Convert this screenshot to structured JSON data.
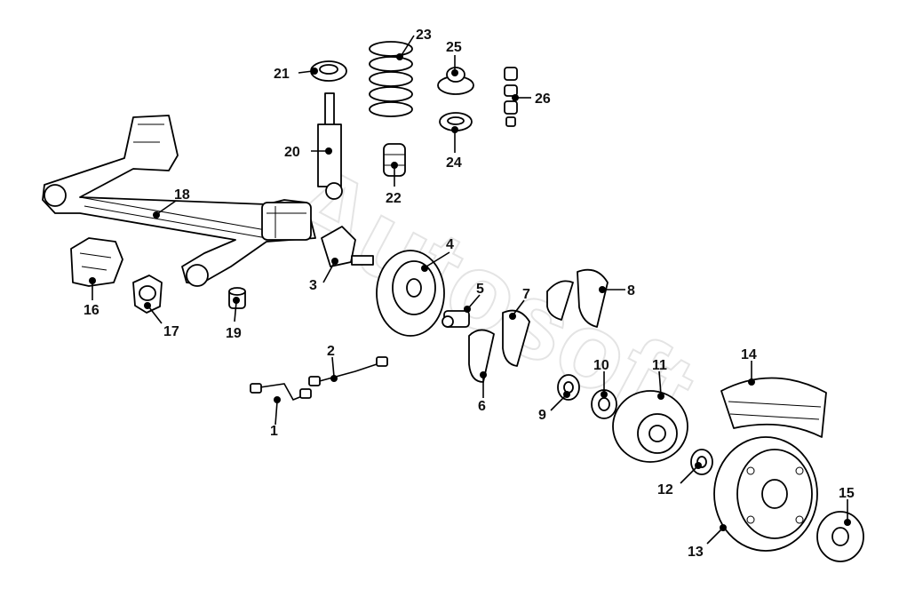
{
  "diagram": {
    "watermark": "Autosoft",
    "callouts": [
      "1",
      "2",
      "3",
      "4",
      "5",
      "6",
      "7",
      "8",
      "9",
      "10",
      "11",
      "12",
      "13",
      "14",
      "15",
      "16",
      "17",
      "18",
      "19",
      "20",
      "21",
      "22",
      "23",
      "24",
      "25",
      "26"
    ]
  }
}
